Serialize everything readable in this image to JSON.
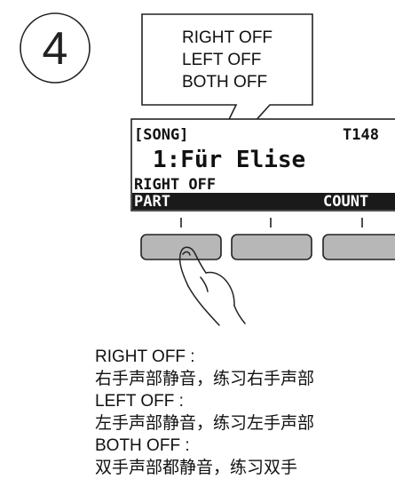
{
  "step_number": "4",
  "callout_options": [
    "RIGHT OFF",
    "LEFT OFF",
    "BOTH OFF"
  ],
  "display": {
    "mode_label": "[SONG]",
    "tempo": "T148",
    "song": "1:Für Elise",
    "status": "RIGHT OFF",
    "soft_key_left": "PART",
    "soft_key_right": "COUNT"
  },
  "notes": [
    "RIGHT OFF :",
    "右手声部静音，练习右手声部",
    "LEFT OFF :",
    "左手声部静音，练习左手声部",
    "BOTH OFF :",
    "双手声部都静音，练习双手"
  ]
}
